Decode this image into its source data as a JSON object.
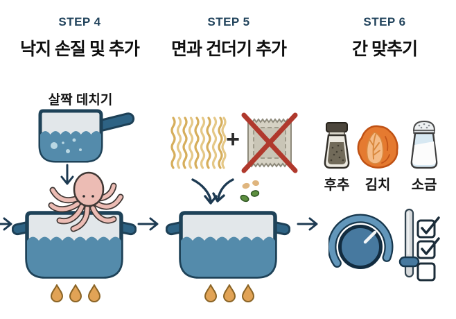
{
  "steps": [
    {
      "step_label": "STEP 4",
      "title": "낙지 손질 및 추가"
    },
    {
      "step_label": "STEP 5",
      "title": "면과 건더기 추가"
    },
    {
      "step_label": "STEP 6",
      "title": "간 맞추기"
    }
  ],
  "step4": {
    "blanch_caption": "살짝 데치기"
  },
  "step5": {
    "plus_sign": "+"
  },
  "step6": {
    "seasonings": [
      "후추",
      "김치",
      "소금"
    ],
    "checklist": {
      "items_checked": [
        true,
        true,
        false
      ]
    }
  },
  "icons": {
    "saucepan": "saucepan-blanching-icon",
    "octopus": "octopus-icon",
    "pot": "boiling-pot-icon",
    "flames": "flame-icons",
    "noodles": "noodle-block-icon",
    "packet": "crossed-out-soup-packet-icon",
    "flakes": "dried-flakes-icon",
    "pepper": "pepper-shaker-icon",
    "kimchi": "kimchi-cabbage-icon",
    "salt": "salt-shaker-icon",
    "knob": "heat-control-knob-icon",
    "slider": "level-slider-icon",
    "checklist": "checklist-icon"
  },
  "colors": {
    "step_label": "#21435c",
    "title_text": "#0f0f0f",
    "outline_navy": "#1e4258",
    "water_blue": "#548bab",
    "pot_inner": "#e2e7ea",
    "handle_blue": "#2e6384",
    "flame_tan": "#e1a356",
    "octopus_pink": "#ecbcb4",
    "noodle_tan": "#d6ae5c",
    "packet_gray": "#d6d2c4",
    "cross_red": "#b0392d",
    "kimchi_orange": "#e57a30",
    "knob_blue": "#47799f",
    "arrow_navy": "#1d3a52"
  }
}
